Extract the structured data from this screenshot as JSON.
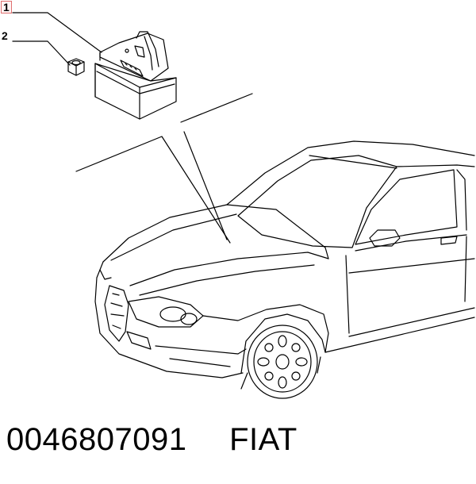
{
  "callouts": [
    {
      "label": "1"
    },
    {
      "label": "2"
    }
  ],
  "caption": {
    "part_number": "0046807091",
    "brand": "FIAT"
  },
  "colors": {
    "line": "#000000",
    "callout_highlight_border": "#e07070",
    "background": "#ffffff"
  }
}
